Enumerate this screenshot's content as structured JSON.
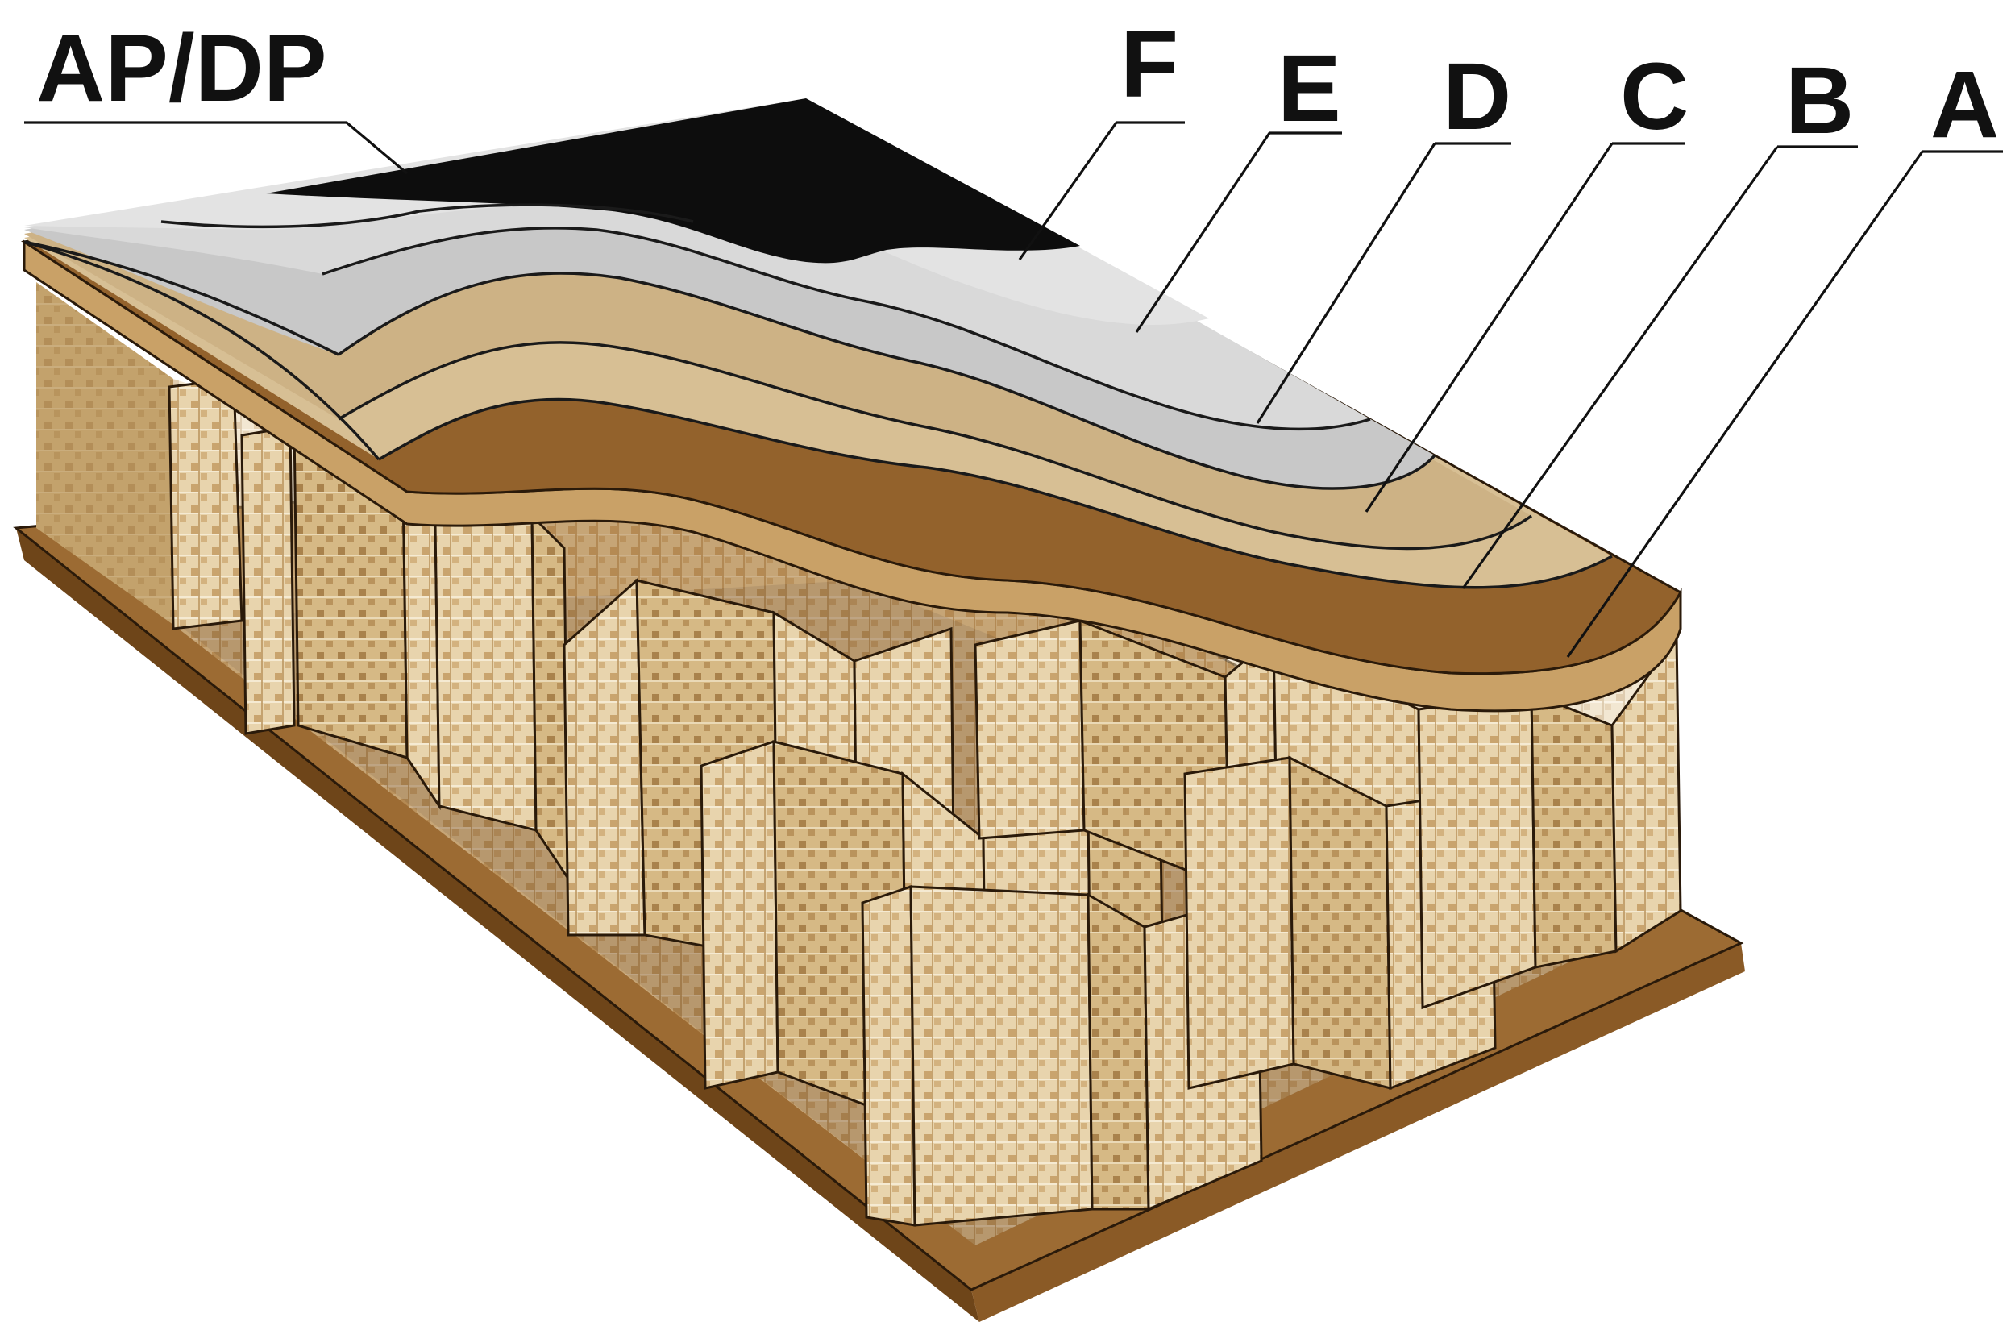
{
  "diagram": {
    "labels": {
      "ap_dp": "AP/DP",
      "f": "F",
      "e": "E",
      "d": "D",
      "c": "C",
      "b": "B",
      "a": "A"
    },
    "colors": {
      "kraft_face_sheet": "#9a6b34",
      "kraft_edge": "#c9a167",
      "honeycomb_wall": "#e6cfa4",
      "honeycomb_weave": "#c4a06b",
      "cell_floor": "#7a4f22",
      "layer_b": "#d7bf94",
      "layer_c": "#cdb285",
      "layer_d": "#c9c9c9",
      "layer_e": "#d9d9d9",
      "layer_f": "#e4e4e4",
      "ap_dp_coat": "#0d0d0d"
    }
  }
}
